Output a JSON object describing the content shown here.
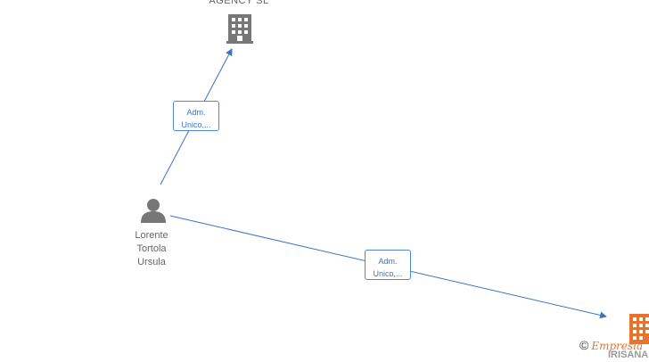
{
  "nodes": {
    "company_top": {
      "label": "AGENCY  SL",
      "icon": "building-icon",
      "color": "#777777"
    },
    "person": {
      "label_lines": [
        "Lorente",
        "Tortola",
        "Ursula"
      ],
      "icon": "person-icon",
      "color": "#777777"
    },
    "company_bottom": {
      "label": "IRISANA",
      "icon": "building-icon",
      "color": "#e8732c"
    }
  },
  "edges": [
    {
      "from": "person",
      "to": "company_top",
      "label_lines": [
        "Adm.",
        "Unico,..."
      ]
    },
    {
      "from": "person",
      "to": "company_bottom",
      "label_lines": [
        "Adm.",
        "Unico,..."
      ]
    }
  ],
  "colors": {
    "edge": "#3b74c2",
    "edge_box_border": "#4a88d8"
  },
  "watermark": {
    "symbol": "©",
    "brand": "Empresia"
  }
}
